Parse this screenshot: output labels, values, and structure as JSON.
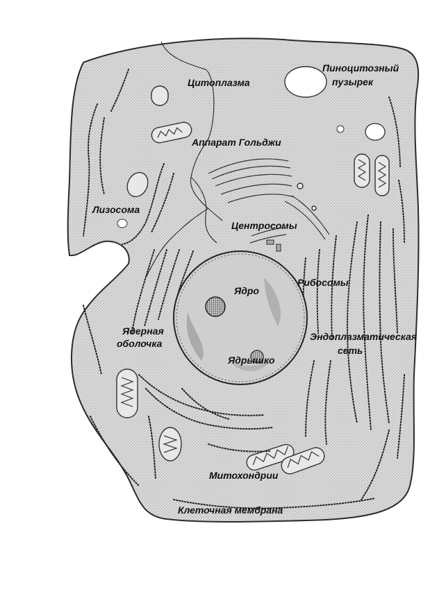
{
  "labels": {
    "cytoplasm": "Цитоплазма",
    "pinocytic_vesicle_line1": "Пиноцитозный",
    "pinocytic_vesicle_line2": "пузырек",
    "golgi": "Аппарат Гольджи",
    "lysosome": "Лизосома",
    "centrosomes": "Центросомы",
    "nucleus": "Ядро",
    "ribosomes": "Рибосомы",
    "nuclear_envelope_line1": "Ядерная",
    "nuclear_envelope_line2": "оболочка",
    "er_line1": "Эндоплазматическая",
    "er_line2": "сеть",
    "nucleolus": "Ядрышко",
    "mitochondria": "Митохондрии",
    "cell_membrane": "Клеточная мембрана"
  },
  "colors": {
    "cytoplasm_fill": "#d9d9d9",
    "nucleus_fill": "#c8c8c8",
    "outline": "#333333",
    "label_text": "#111111"
  }
}
